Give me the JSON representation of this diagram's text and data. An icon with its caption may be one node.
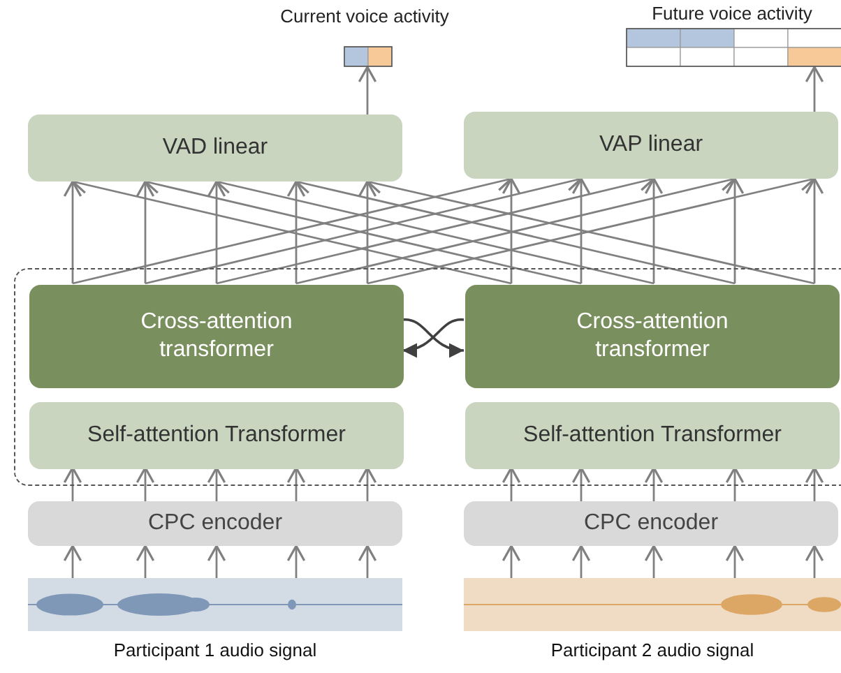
{
  "diagram": {
    "nodes": [
      {
        "text": [
          "Current voice activity"
        ]
      },
      {
        "text": [
          "Future voice activity"
        ]
      },
      {
        "text": [
          "VAD linear"
        ]
      },
      {
        "text": [
          "VAP linear"
        ]
      },
      {
        "text": [],
        "shape": "box"
      },
      {
        "text": [
          "Cross-attention transformer"
        ],
        "in": 4
      },
      {
        "text": [
          "Cross-attention transformer"
        ],
        "in": 4
      },
      {
        "text": [
          "Self-attention Transformer"
        ],
        "in": 4
      },
      {
        "text": [
          "Self-attention Transformer"
        ],
        "in": 4
      },
      {
        "text": [
          "CPC encoder"
        ]
      },
      {
        "text": [
          "CPC encoder"
        ]
      },
      {
        "text": [
          "Participant 1 audio signal"
        ]
      },
      {
        "text": [
          "Participant 2 audio signal"
        ]
      }
    ],
    "edges": [
      {
        "from": 11,
        "to": 9,
        "arrow": "to"
      },
      {
        "from": 11,
        "to": 9,
        "arrow": "to"
      },
      {
        "from": 11,
        "to": 9,
        "arrow": "to"
      },
      {
        "from": 11,
        "to": 9,
        "arrow": "to"
      },
      {
        "from": 11,
        "to": 9,
        "arrow": "to"
      },
      {
        "from": 12,
        "to": 10,
        "arrow": "to"
      },
      {
        "from": 12,
        "to": 10,
        "arrow": "to"
      },
      {
        "from": 12,
        "to": 10,
        "arrow": "to"
      },
      {
        "from": 12,
        "to": 10,
        "arrow": "to"
      },
      {
        "from": 12,
        "to": 10,
        "arrow": "to"
      },
      {
        "from": 9,
        "to": 7,
        "arrow": "to"
      },
      {
        "from": 9,
        "to": 7,
        "arrow": "to"
      },
      {
        "from": 9,
        "to": 7,
        "arrow": "to"
      },
      {
        "from": 9,
        "to": 7,
        "arrow": "to"
      },
      {
        "from": 9,
        "to": 7,
        "arrow": "to"
      },
      {
        "from": 10,
        "to": 8,
        "arrow": "to"
      },
      {
        "from": 10,
        "to": 8,
        "arrow": "to"
      },
      {
        "from": 10,
        "to": 8,
        "arrow": "to"
      },
      {
        "from": 10,
        "to": 8,
        "arrow": "to"
      },
      {
        "from": 10,
        "to": 8,
        "arrow": "to"
      },
      {
        "from": 5,
        "to": 6,
        "arrow": "to",
        "color": "#404040"
      },
      {
        "from": 6,
        "to": 5,
        "arrow": "to",
        "color": "#404040"
      },
      {
        "from": 5,
        "to": 2,
        "arrow": "to"
      },
      {
        "from": 5,
        "to": 2,
        "arrow": "to"
      },
      {
        "from": 5,
        "to": 2,
        "arrow": "to"
      },
      {
        "from": 5,
        "to": 2,
        "arrow": "to"
      },
      {
        "from": 5,
        "to": 2,
        "arrow": "to"
      },
      {
        "from": 5,
        "to": 3,
        "arrow": "to"
      },
      {
        "from": 5,
        "to": 3,
        "arrow": "to"
      },
      {
        "from": 5,
        "to": 3,
        "arrow": "to"
      },
      {
        "from": 5,
        "to": 3,
        "arrow": "to"
      },
      {
        "from": 5,
        "to": 3,
        "arrow": "to"
      },
      {
        "from": 6,
        "to": 2,
        "arrow": "to"
      },
      {
        "from": 6,
        "to": 2,
        "arrow": "to"
      },
      {
        "from": 6,
        "to": 2,
        "arrow": "to"
      },
      {
        "from": 6,
        "to": 2,
        "arrow": "to"
      },
      {
        "from": 6,
        "to": 2,
        "arrow": "to"
      },
      {
        "from": 6,
        "to": 3,
        "arrow": "to"
      },
      {
        "from": 6,
        "to": 3,
        "arrow": "to"
      },
      {
        "from": 6,
        "to": 3,
        "arrow": "to"
      },
      {
        "from": 6,
        "to": 3,
        "arrow": "to"
      },
      {
        "from": 6,
        "to": 3,
        "arrow": "to"
      },
      {
        "from": 2,
        "to": 0,
        "arrow": "to"
      },
      {
        "from": 3,
        "to": 1,
        "arrow": "to"
      }
    ]
  }
}
